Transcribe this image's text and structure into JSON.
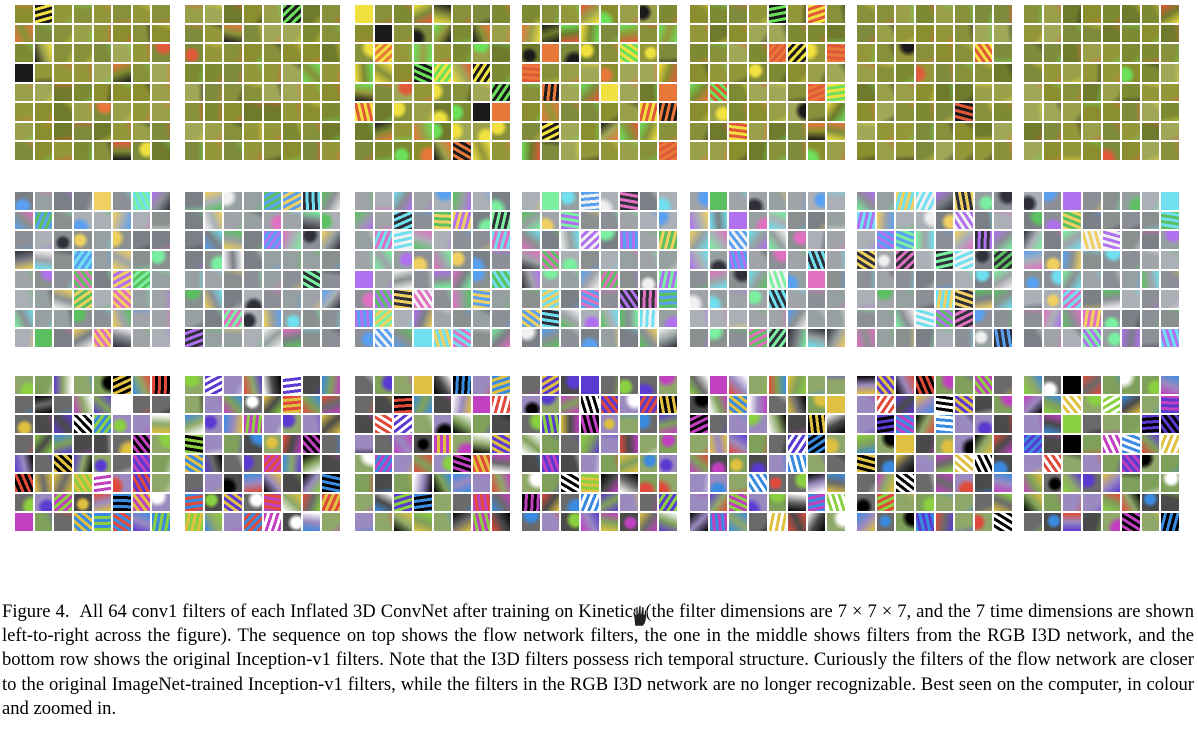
{
  "figure": {
    "rows": [
      {
        "name": "flow",
        "palette": [
          "#8a8e2e",
          "#7d8a33",
          "#94963a",
          "#6f7a2c",
          "#9aa04a",
          "#7f8b3c",
          "#a0a857",
          "#87903a"
        ],
        "accents": [
          "#e05a3a",
          "#6de05a",
          "#f0e040",
          "#1a1a1a",
          "#e8783a"
        ],
        "density": [
          0.08,
          0.12,
          0.55,
          0.55,
          0.18,
          0.08,
          0.04
        ]
      },
      {
        "name": "rgb",
        "palette": [
          "#8c8f95",
          "#a0a3a8",
          "#7b7f86",
          "#96a0a0",
          "#aab0b6",
          "#8a9090"
        ],
        "accents": [
          "#7af0a0",
          "#b070f0",
          "#f0d060",
          "#30303a",
          "#f0f0f0",
          "#5aa0f0",
          "#e070c0",
          "#70e0f0",
          "#5ac060"
        ],
        "density": [
          0.5,
          0.5,
          0.7,
          0.7,
          0.65,
          0.55,
          0.5
        ]
      },
      {
        "name": "inception",
        "palette": [
          "#7fa05a",
          "#6a6a6a",
          "#9a8abf",
          "#4a4a4a",
          "#8fa86a"
        ],
        "accents": [
          "#000000",
          "#ffffff",
          "#5a3ad0",
          "#e0c040",
          "#e04a3a",
          "#3a8ae0",
          "#8ad040",
          "#c040c0"
        ],
        "density": [
          0.7,
          0.7,
          0.7,
          0.7,
          0.7,
          0.7,
          0.7
        ]
      }
    ]
  },
  "caption": {
    "label": "Figure 4.",
    "text": "All 64 conv1 filters of each Inflated 3D ConvNet after training on Kinetics (the filter dimensions are 7 × 7 × 7, and the 7 time dimensions are shown left-to-right across the figure). The sequence on top shows the flow network filters, the one in the middle shows filters from the RGB I3D network, and the bottom row shows the original Inception-v1 filters. Note that the I3D filters possess rich temporal structure. Curiously the filters of the flow network are closer to the original ImageNet-trained Inception-v1 filters, while the filters in the RGB I3D network are no longer recognizable. Best seen on the computer, in colour and zoomed in."
  }
}
